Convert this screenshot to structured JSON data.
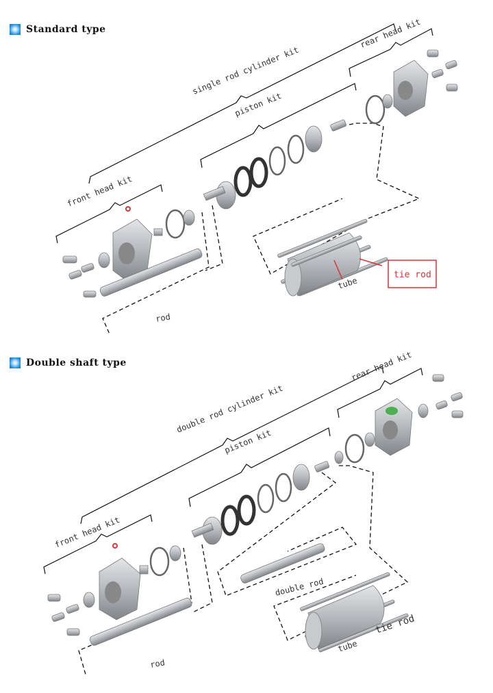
{
  "sections": [
    {
      "title": "Standard type",
      "labels": {
        "cylinder_kit": "single rod cylinder kit",
        "piston_kit": "piston kit",
        "rear_head_kit": "rear head kit",
        "front_head_kit": "front head kit",
        "tube": "tube",
        "rod": "rod",
        "tie_rod": "tie rod"
      }
    },
    {
      "title": "Double shaft type",
      "labels": {
        "cylinder_kit": "double rod cylinder kit",
        "piston_kit": "piston kit",
        "rear_head_kit": "rear head kit",
        "front_head_kit": "front head kit",
        "double_rod": "double rod",
        "tube": "tube",
        "tie_rod": "tie rod",
        "rod": "rod"
      }
    }
  ],
  "colors": {
    "icon": "#1e90e0",
    "callout": "#dd3333",
    "seal_green": "#4caf50"
  }
}
